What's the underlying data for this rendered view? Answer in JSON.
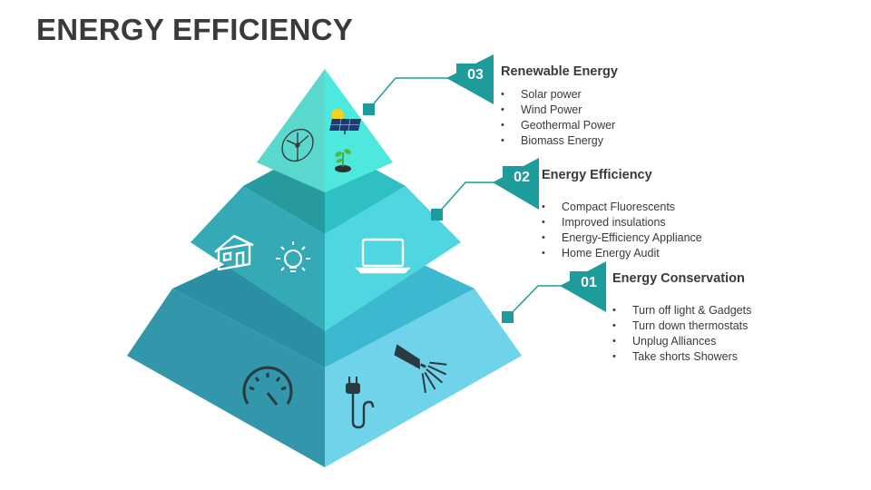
{
  "title": "ENERGY EFFICIENCY",
  "colors": {
    "top_tier_left": "#5bd8cd",
    "top_tier_right": "#4fe8df",
    "middle_tier_left": "#33aab6",
    "middle_tier_right": "#4fd6e0",
    "bottom_tier_left": "#3397ac",
    "bottom_tier_right": "#6fd3ea",
    "tabs": "#1e9b9b",
    "connector": "#1e9b9b"
  },
  "tiers": [
    {
      "number": "03",
      "heading": "Renewable Energy",
      "bullets": [
        "Solar power",
        "Wind Power",
        "Geothermal Power",
        "Biomass Energy"
      ],
      "icons": [
        "wind-turbine-icon",
        "solar-panel-icon",
        "plant-sprout-icon"
      ]
    },
    {
      "number": "02",
      "heading": "Energy Efficiency",
      "bullets": [
        "Compact Fluorescents",
        "Improved insulations",
        "Energy-Efficiency Appliance",
        "Home Energy Audit"
      ],
      "icons": [
        "house-icon",
        "light-bulb-icon",
        "laptop-icon"
      ]
    },
    {
      "number": "01",
      "heading": "Energy Conservation",
      "bullets": [
        "Turn off light & Gadgets",
        "Turn down thermostats",
        "Unplug Alliances",
        "Take shorts Showers"
      ],
      "icons": [
        "speedometer-icon",
        "electric-plug-icon",
        "shower-head-icon"
      ]
    }
  ]
}
